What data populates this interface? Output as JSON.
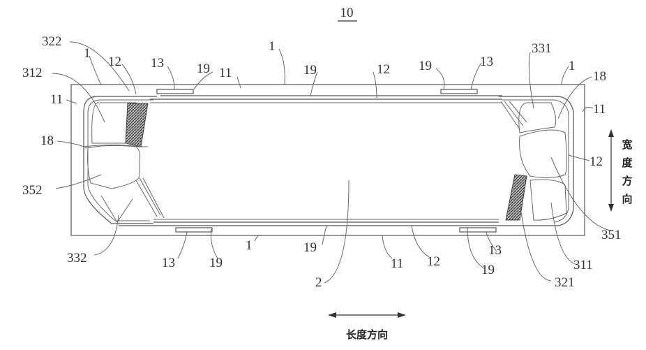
{
  "figure": {
    "number": "10"
  },
  "labels": [
    "322",
    "1",
    "12",
    "13",
    "19",
    "11",
    "1",
    "19",
    "12",
    "19",
    "13",
    "331",
    "1",
    "18",
    "312",
    "11",
    "11",
    "18",
    "12",
    "352",
    "351",
    "332",
    "13",
    "19",
    "1",
    "19",
    "11",
    "12",
    "13",
    "19",
    "311",
    "321",
    "2"
  ],
  "directions": {
    "width": [
      "宽",
      "度",
      "方",
      "向"
    ],
    "length": "长度方向"
  }
}
